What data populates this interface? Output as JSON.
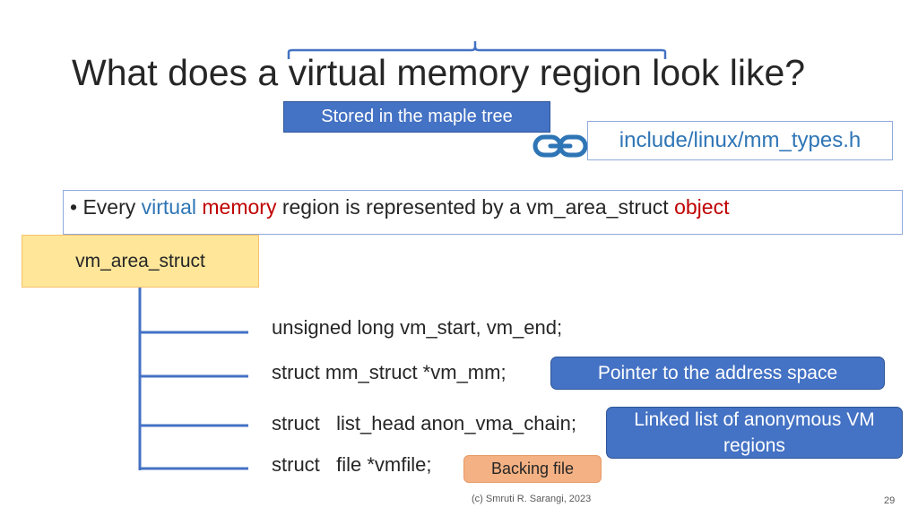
{
  "slide": {
    "title": "What does a virtual memory region look like?",
    "stored_label": "Stored in the maple tree",
    "include_path": "include/linux/mm_types.h",
    "bullet": {
      "marker": "•",
      "part1": "Every ",
      "word_virtual": "virtual",
      "space1": " ",
      "word_memory": "memory",
      "part2": " region is represented by a vm_area_struct ",
      "word_object": "object"
    },
    "struct_name": "vm_area_struct",
    "fields": [
      "unsigned long vm_start, vm_end;",
      "struct mm_struct *vm_mm;",
      "struct   list_head anon_vma_chain;",
      "struct   file *vmfile;"
    ],
    "annotations": {
      "vm_mm": "Pointer to the address space",
      "anon_vma_chain": "Linked list of anonymous VM regions",
      "vmfile": "Backing file"
    },
    "footer": "(c) Smruti R. Sarangi, 2023",
    "page_number": "29"
  },
  "colors": {
    "accent_blue": "#4472c4",
    "link_blue": "#2e75b6",
    "highlight_red": "#c00000",
    "struct_fill": "#ffe699",
    "backing_fill": "#f4b183"
  },
  "icons": [
    "link-icon",
    "bracket-icon"
  ]
}
